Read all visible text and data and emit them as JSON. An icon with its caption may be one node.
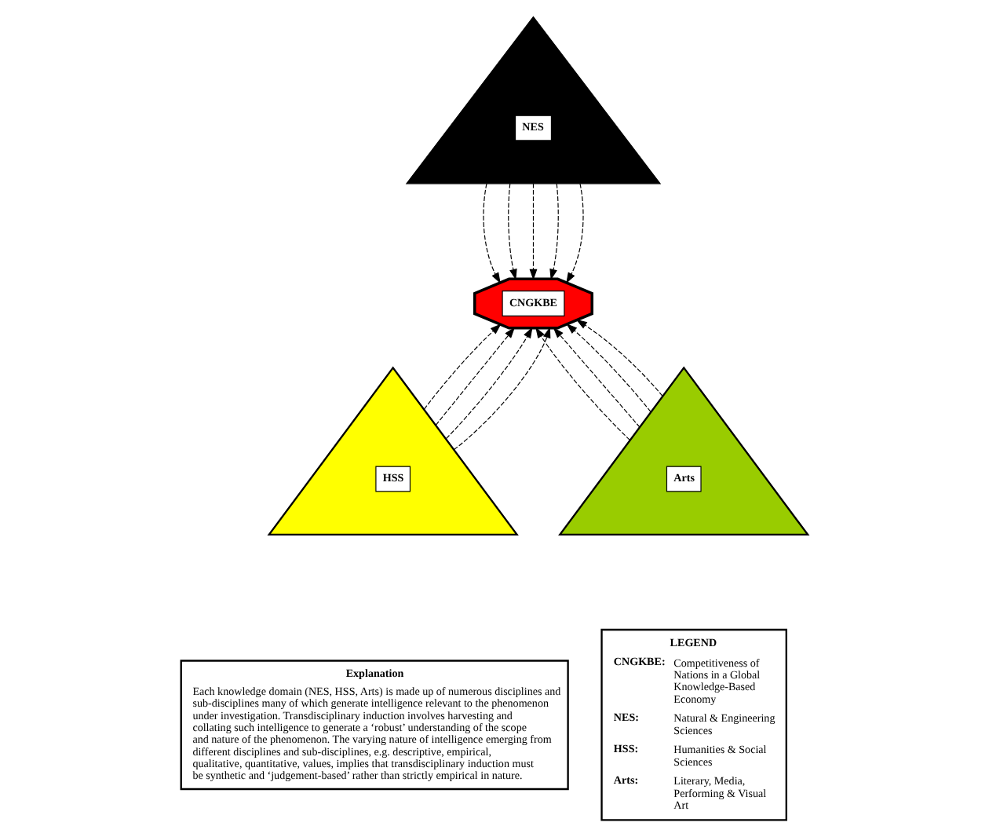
{
  "diagram": {
    "nodes": [
      {
        "text": [
          "NES"
        ]
      },
      {
        "text": [
          "CNGKBE"
        ]
      },
      {
        "text": [
          "HSS"
        ]
      },
      {
        "text": [
          "Arts"
        ]
      },
      {
        "text": [
          "Explanation",
          "Each knowledge domain (NES, HSS, Arts) is made up of numerous disciplines and sub-disciplines many of which generate intelligence relevant to the phenomenon under investigation. Transdisciplinary induction involves harvesting and collating such intelligence to generate a ‘robust’ understanding of the scope and nature of the phenomenon. The varying nature of intelligence emerging from different disciplines and sub-disciplines, e.g. descriptive, empirical, qualitative, quantitative, values, implies that transdisciplinary induction must be synthetic and ‘judgement-based’ rather than strictly empirical in nature."
        ]
      },
      {
        "text": [
          "LEGEND",
          "CNGKBE:",
          "Competitiveness of Nations in a Global Knowledge-Based Economy",
          "NES:",
          "Natural & Engineering Sciences",
          "HSS:",
          "Humanities & Social Sciences",
          "Arts:",
          "Literary, Media, Performing & Visual Art"
        ]
      }
    ],
    "edges": [
      {
        "from": 0,
        "to": 1,
        "arrow": "to",
        "style": "dashed"
      },
      {
        "from": 0,
        "to": 1,
        "arrow": "to",
        "style": "dashed"
      },
      {
        "from": 0,
        "to": 1,
        "arrow": "to",
        "style": "dashed"
      },
      {
        "from": 0,
        "to": 1,
        "arrow": "to",
        "style": "dashed"
      },
      {
        "from": 0,
        "to": 1,
        "arrow": "to",
        "style": "dashed"
      },
      {
        "from": 2,
        "to": 1,
        "arrow": "to",
        "style": "dashed"
      },
      {
        "from": 2,
        "to": 1,
        "arrow": "to",
        "style": "dashed"
      },
      {
        "from": 2,
        "to": 1,
        "arrow": "to",
        "style": "dashed"
      },
      {
        "from": 2,
        "to": 1,
        "arrow": "to",
        "style": "dashed"
      },
      {
        "from": 3,
        "to": 1,
        "arrow": "to",
        "style": "dashed"
      },
      {
        "from": 3,
        "to": 1,
        "arrow": "to",
        "style": "dashed"
      },
      {
        "from": 3,
        "to": 1,
        "arrow": "to",
        "style": "dashed"
      },
      {
        "from": 3,
        "to": 1,
        "arrow": "to",
        "style": "dashed"
      }
    ]
  }
}
